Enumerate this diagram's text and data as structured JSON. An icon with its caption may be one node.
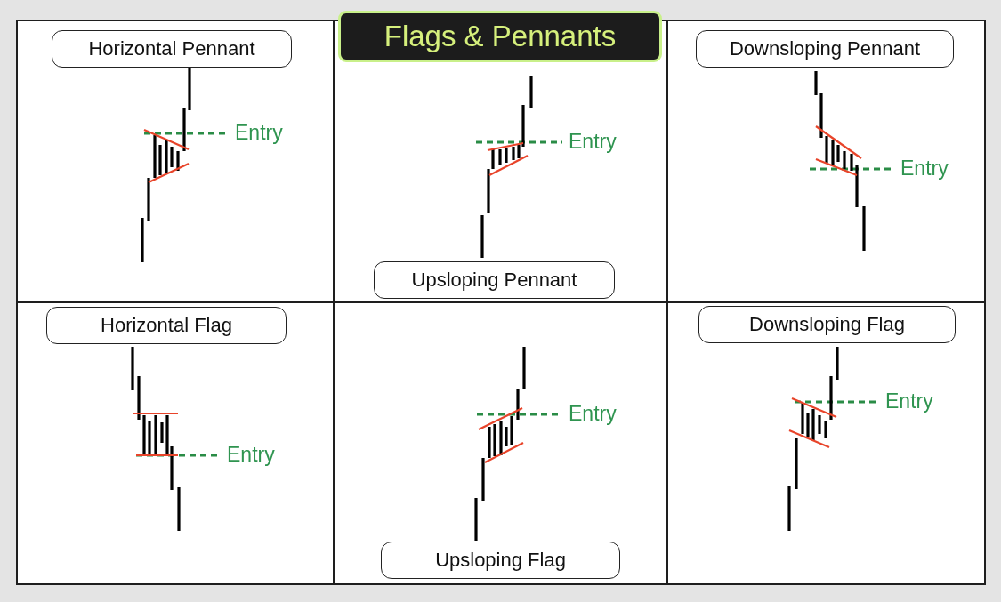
{
  "diagram": {
    "title": "Flags & Pennants",
    "nodes": [
      {
        "text": [
          "Horizontal Pennant"
        ]
      },
      {
        "text": [
          "Upsloping Pennant"
        ]
      },
      {
        "text": [
          "Downsloping Pennant"
        ]
      },
      {
        "text": [
          "Horizontal Flag"
        ]
      },
      {
        "text": [
          "Upsloping Flag"
        ]
      },
      {
        "text": [
          "Downsloping Flag"
        ]
      }
    ],
    "labels": [
      "Entry",
      "Entry",
      "Entry",
      "Entry",
      "Entry",
      "Entry"
    ]
  }
}
